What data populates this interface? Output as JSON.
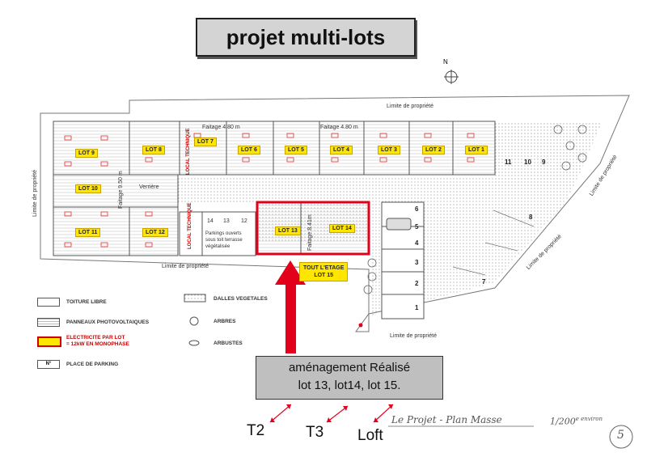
{
  "title": "projet multi-lots",
  "compass": "N",
  "property_limits": {
    "top": "Limite de propriété",
    "left": "Limite de propriété",
    "bottom": "Limite de propriété",
    "right": "Limite de propriété",
    "right_lower": "Limite de propriété",
    "bottom_right": "Limite de propriété"
  },
  "lots": {
    "lot9": "LOT 9",
    "lot8": "LOT 8",
    "lot7": "LOT 7",
    "lot6": "LOT 6",
    "lot5": "LOT 5",
    "lot4": "LOT 4",
    "lot3": "LOT 3",
    "lot2": "LOT 2",
    "lot1": "LOT 1",
    "lot10": "LOT 10",
    "lot11": "LOT 11",
    "lot12": "LOT 12",
    "lot13": "LOT 13",
    "lot14": "LOT 14",
    "lot15_line1": "TOUT L'ETAGE",
    "lot15_line2": "LOT 15"
  },
  "annotations": {
    "faitage_480_a": "Faitage 4.80 m",
    "faitage_480_b": "Faitage 4.80 m",
    "faitage_950": "Faitage 9.50 m",
    "faitage_841": "Faitage 8.41m",
    "verriere": "Verrière",
    "local_technique_1": "LOCAL TECHNIQUE",
    "local_technique_2": "LOCAL TECHNIQUE",
    "parkings_line1": "Parkings ouverts",
    "parkings_line2": "sous toit terrasse",
    "parkings_line3": "végétalisée",
    "parking_12": "12",
    "parking_13": "13",
    "parking_14": "14",
    "parking_11": "11",
    "parking_10": "10",
    "parking_9": "9",
    "parking_8": "8",
    "parking_7": "7",
    "parking_6": "6",
    "parking_5": "5",
    "parking_4": "4",
    "parking_3": "3",
    "parking_2": "2",
    "parking_1": "1"
  },
  "legend": {
    "toiture": "TOITURE LIBRE",
    "panneaux": "PANNEAUX PHOTOVOLTAIQUES",
    "elec_line1": "ELECTRICITE PAR LOT",
    "elec_line2": "= 12kW EN MONOPHASE",
    "parking_sym": "N°",
    "parking_label": "PLACE DE PARKING",
    "dalles": "DALLES VEGETALES",
    "arbres": "ARBRES",
    "arbustes": "ARBUSTES"
  },
  "amenagement": {
    "line1": "aménagement Réalisé",
    "line2": "lot 13, lot14, lot 15."
  },
  "types": {
    "t2": "T2",
    "t3": "T3",
    "loft": "Loft"
  },
  "handwritten": {
    "plan": "Le Projet - Plan Masse",
    "scale": "1/200",
    "scale_sup": "e environ",
    "page": "5"
  },
  "colors": {
    "highlight": "#ffe600",
    "arrow": "#e3001b",
    "outline": "#e3001b",
    "note_bg": "#bfbfbf"
  }
}
